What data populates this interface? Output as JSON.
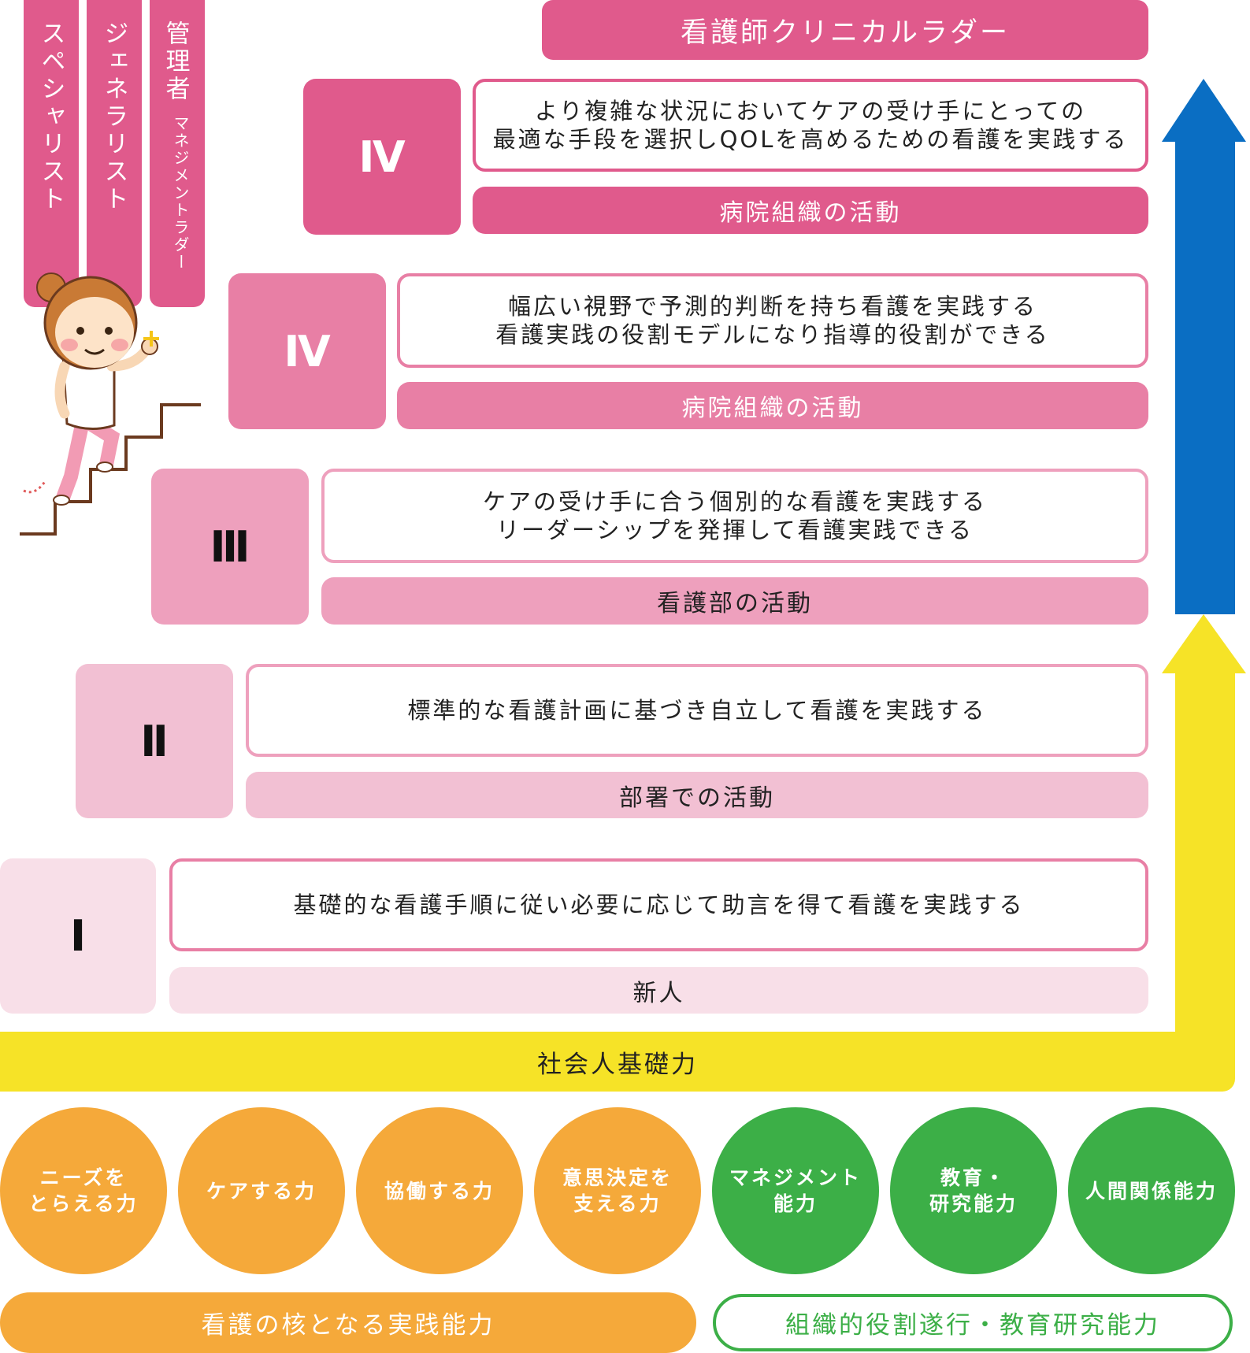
{
  "title": "看護師クリニカルラダー",
  "tracks": {
    "specialist": "スペシャリスト",
    "generalist": "ジェネラリスト",
    "manager": "管理者",
    "manager_sub": "マネジメントラダー"
  },
  "levels": [
    {
      "label": "Ⅳ",
      "desc1": "より複雑な状況においてケアの受け手にとっての",
      "desc2": "最適な手段を選択しQOLを高めるための看護を実践する",
      "activity": "病院組織の活動"
    },
    {
      "label": "Ⅳ",
      "desc1": "幅広い視野で予測的判断を持ち看護を実践する",
      "desc2": "看護実践の役割モデルになり指導的役割ができる",
      "activity": "病院組織の活動"
    },
    {
      "label": "Ⅲ",
      "desc1": "ケアの受け手に合う個別的な看護を実践する",
      "desc2": "リーダーシップを発揮して看護実践できる",
      "activity": "看護部の活動"
    },
    {
      "label": "Ⅱ",
      "desc1": "標準的な看護計画に基づき自立して看護を実践する",
      "desc2": "",
      "activity": "部署での活動"
    },
    {
      "label": "Ⅰ",
      "desc1": "基礎的な看護手順に従い必要に応じて助言を得て看護を実践する",
      "desc2": "",
      "activity": "新人"
    }
  ],
  "foundation": "社会人基礎力",
  "core_abilities": [
    {
      "l1": "ニーズを",
      "l2": "とらえる力"
    },
    {
      "l1": "ケアする力",
      "l2": ""
    },
    {
      "l1": "協働する力",
      "l2": ""
    },
    {
      "l1": "意思決定を",
      "l2": "支える力"
    }
  ],
  "org_abilities": [
    {
      "l1": "マネジメント",
      "l2": "能力"
    },
    {
      "l1": "教育・",
      "l2": "研究能力"
    },
    {
      "l1": "人間関係能力",
      "l2": ""
    }
  ],
  "core_label": "看護の核となる実践能力",
  "org_label": "組織的役割遂行・教育研究能力",
  "colors": {
    "pink1": "#e05a8c",
    "pink2": "#e87fa5",
    "pink3": "#eea0bd",
    "pink4": "#f2c0d3",
    "pink5": "#f8dfe8",
    "blue": "#0a6ec3",
    "yellow": "#f6e327",
    "orange": "#f5a93a",
    "green": "#3caf47"
  }
}
